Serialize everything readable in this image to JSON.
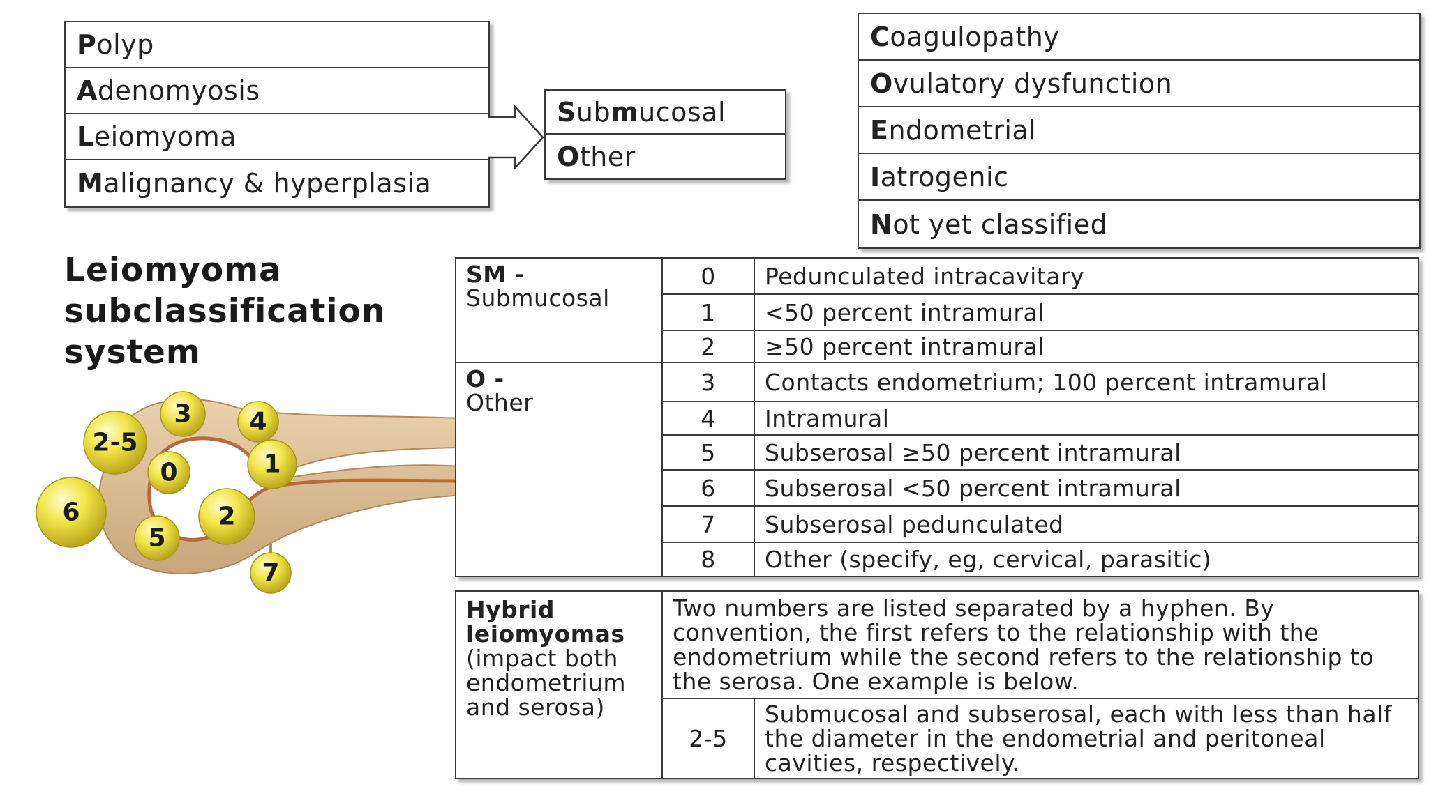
{
  "palm": [
    {
      "initial": "P",
      "rest": "olyp"
    },
    {
      "initial": "A",
      "rest": "denomyosis"
    },
    {
      "initial": "L",
      "rest": "eiomyoma"
    },
    {
      "initial": "M",
      "rest": "alignancy & hyperplasia"
    }
  ],
  "leiomyoma_split": [
    {
      "initial": "S",
      "mid": "ub",
      "initial2": "m",
      "rest": "ucosal"
    },
    {
      "initial": "O",
      "mid": "",
      "initial2": "",
      "rest": "ther"
    }
  ],
  "coein": [
    {
      "initial": "C",
      "rest": "oagulopathy"
    },
    {
      "initial": "O",
      "rest": "vulatory dysfunction"
    },
    {
      "initial": "E",
      "rest": "ndometrial"
    },
    {
      "initial": "I",
      "rest": "atrogenic"
    },
    {
      "initial": "N",
      "rest": "ot yet classified"
    }
  ],
  "title_lines": [
    "Leiomyoma",
    "subclassification",
    "system"
  ],
  "groups": {
    "sm_abbr": "SM -",
    "sm_name": "Submucosal",
    "o_abbr": "O -",
    "o_name": "Other"
  },
  "types": [
    {
      "num": "0",
      "desc": "Pedunculated intracavitary"
    },
    {
      "num": "1",
      "desc": "<50 percent intramural"
    },
    {
      "num": "2",
      "desc": "≥50 percent intramural"
    },
    {
      "num": "3",
      "desc": "Contacts endometrium; 100 percent intramural"
    },
    {
      "num": "4",
      "desc": "Intramural"
    },
    {
      "num": "5",
      "desc": "Subserosal ≥50 percent intramural"
    },
    {
      "num": "6",
      "desc": "Subserosal <50 percent intramural"
    },
    {
      "num": "7",
      "desc": "Subserosal pedunculated"
    },
    {
      "num": "8",
      "desc": "Other (specify, eg, cervical, parasitic)"
    }
  ],
  "hybrid": {
    "title": "Hybrid leiomyomas",
    "subtitle": "(impact both endometrium and serosa)",
    "note": "Two numbers are listed separated by a hyphen. By convention, the first refers to the relationship with the endometrium while the second refers to the relationship to the serosa. One example is below.",
    "example_num": "2-5",
    "example_desc": "Submucosal and subserosal, each with less than half the diameter in the endometrial and peritoneal cavities, respectively."
  },
  "diagram_labels": [
    "2-5",
    "3",
    "4",
    "0",
    "1",
    "6",
    "2",
    "5",
    "7"
  ],
  "colors": {
    "border": "#3a3a3a",
    "ball": "#f2e64a",
    "uterus": "#d9bb8f",
    "cavity": "#b86a3c"
  }
}
